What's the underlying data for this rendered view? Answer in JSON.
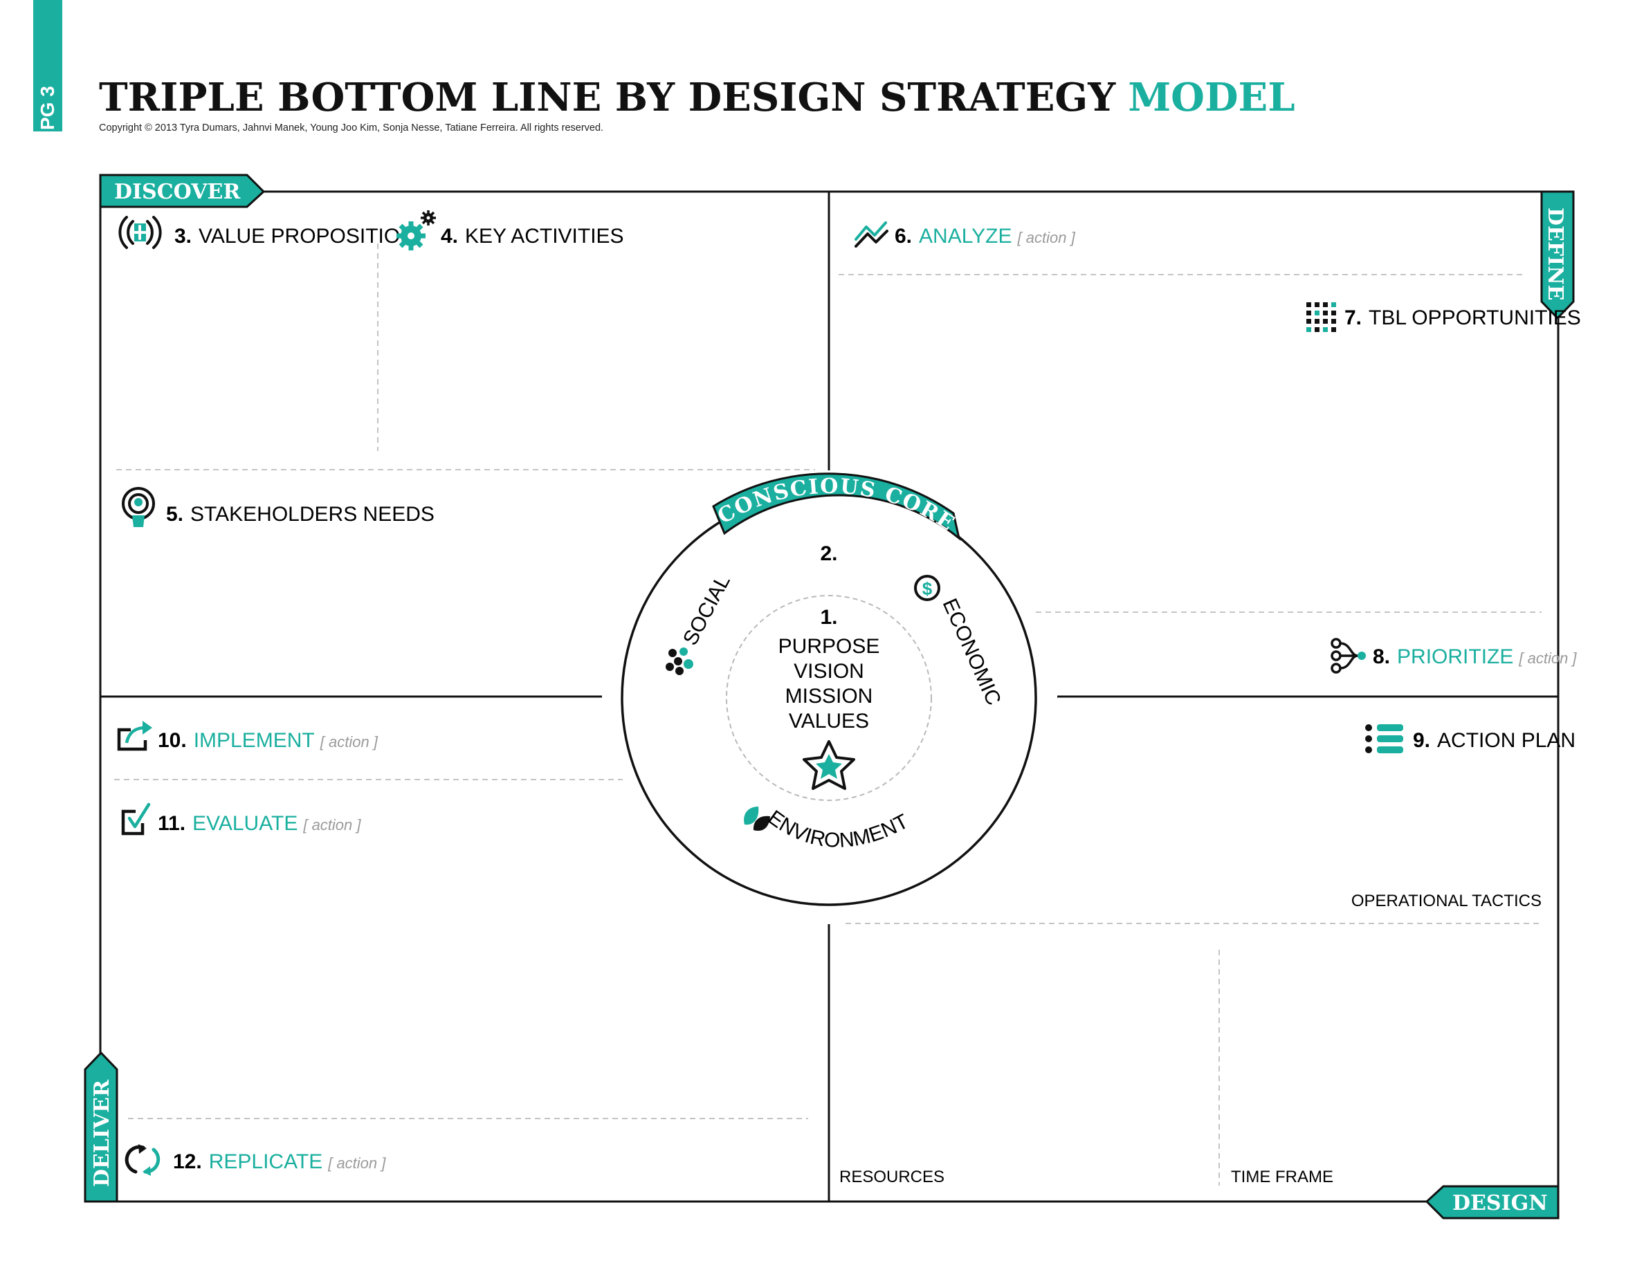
{
  "page_tag": "PG 3",
  "title": {
    "main": "TRIPLE BOTTOM LINE BY DESIGN STRATEGY",
    "accent": "MODEL"
  },
  "copyright": "Copyright © 2013 Tyra Dumars, Jahnvi Manek, Young Joo Kim, Sonja Nesse, Tatiane Ferreira. All rights reserved.",
  "colors": {
    "accent": "#1aaf9f",
    "ink": "#111111",
    "dash": "#c4c4c4",
    "muted": "#9a9a9a"
  },
  "phases": {
    "discover": "DISCOVER",
    "define": "DEFINE",
    "design": "DESIGN",
    "deliver": "DELIVER"
  },
  "action_tag": "[ action ]",
  "sections": {
    "s3": {
      "num": "3.",
      "label": "VALUE PROPOSITION",
      "icon": "value-proposition-icon"
    },
    "s4": {
      "num": "4.",
      "label": "KEY ACTIVITIES",
      "icon": "gears-icon"
    },
    "s5": {
      "num": "5.",
      "label": "STAKEHOLDERS NEEDS",
      "icon": "broadcast-person-icon"
    },
    "s6": {
      "num": "6.",
      "label": "ANALYZE",
      "icon": "trend-line-icon"
    },
    "s7": {
      "num": "7.",
      "label": "TBL OPPORTUNITIES",
      "icon": "dot-grid-icon"
    },
    "s8": {
      "num": "8.",
      "label": "PRIORITIZE",
      "icon": "branch-icon"
    },
    "s9": {
      "num": "9.",
      "label": "ACTION PLAN",
      "icon": "list-icon"
    },
    "s10": {
      "num": "10.",
      "label": "IMPLEMENT",
      "icon": "share-arrow-icon"
    },
    "s11": {
      "num": "11.",
      "label": "EVALUATE",
      "icon": "checkbox-icon"
    },
    "s12": {
      "num": "12.",
      "label": "REPLICATE",
      "icon": "cycle-arrows-icon"
    }
  },
  "core": {
    "banner": "CONSCIOUS CORE",
    "num2": "2.",
    "num1": "1.",
    "lines": [
      "PURPOSE",
      "VISION",
      "MISSION",
      "VALUES"
    ],
    "social": "SOCIAL",
    "economic": "ECONOMIC",
    "environmental": "ENVIRONMENTAL"
  },
  "design_labels": {
    "operational": "OPERATIONAL TACTICS",
    "resources": "RESOURCES",
    "timeframe": "TIME FRAME"
  }
}
